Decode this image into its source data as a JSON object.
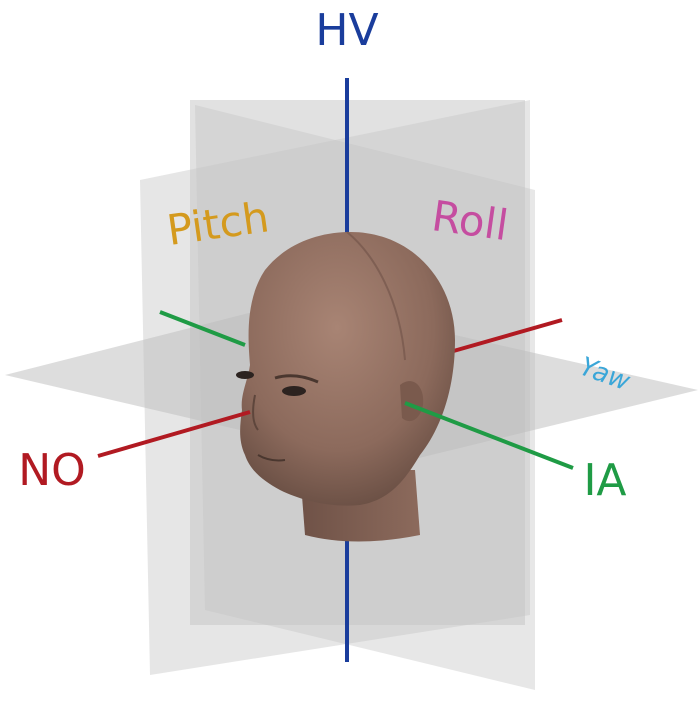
{
  "labels": {
    "hv": "HV",
    "no": "NO",
    "ia": "IA",
    "pitch": "Pitch",
    "roll": "Roll",
    "yaw": "Yaw"
  },
  "colors": {
    "hv_axis": "#1a3d9c",
    "no_axis": "#b11a22",
    "ia_axis": "#1f9b45",
    "pitch_label": "#d49a1e",
    "roll_label": "#c54da0",
    "yaw_label": "#3aa6d8",
    "plane_fill": "#bdbdbd",
    "head_skin": "#8c6a5c",
    "head_shadow": "#5e463c"
  },
  "icons": {
    "head": "human-head-model"
  }
}
